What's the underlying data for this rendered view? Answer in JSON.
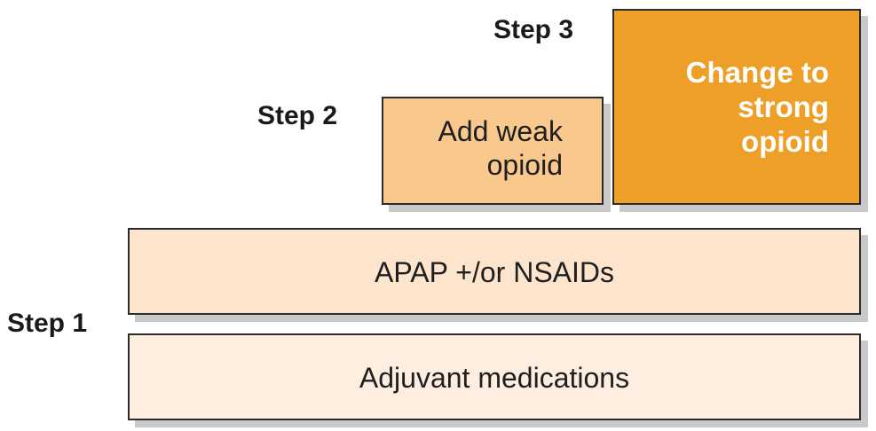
{
  "steps": {
    "step1_label": "Step 1",
    "step2_label": "Step 2",
    "step3_label": "Step 3"
  },
  "boxes": {
    "apap": "APAP +/or NSAIDs",
    "adjuvant": "Adjuvant medications",
    "step2_lines": [
      "Add weak",
      "opioid"
    ],
    "step3_lines": [
      "Change to",
      "strong",
      "opioid"
    ]
  },
  "colors": {
    "apap_fill": "#fde4cd",
    "adjuvant_fill": "#fdeee0",
    "step2_fill": "#f8c88c",
    "step3_fill": "#ee9f27",
    "step3_text": "#ffffff",
    "border": "#2b2b2b",
    "shadow": "#c9c9c9"
  }
}
